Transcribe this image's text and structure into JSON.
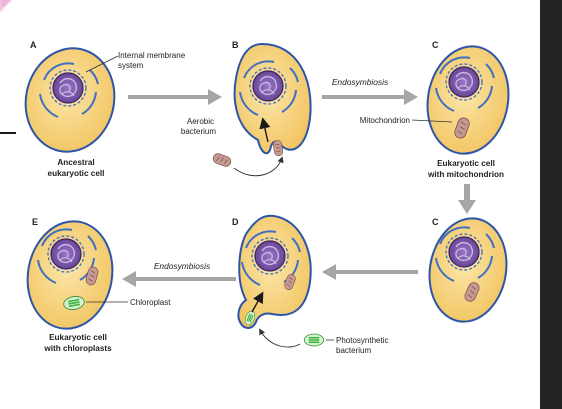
{
  "panels": {
    "A": {
      "letter": "A",
      "caption_line1": "Ancestral",
      "caption_line2": "eukaryotic cell"
    },
    "B": {
      "letter": "B"
    },
    "C_top": {
      "letter": "C",
      "caption_line1": "Eukaryotic cell",
      "caption_line2": "with mitochondrion"
    },
    "C_bottom": {
      "letter": "C"
    },
    "D": {
      "letter": "D"
    },
    "E": {
      "letter": "E",
      "caption_line1": "Eukaryotic cell",
      "caption_line2": "with chloroplasts"
    }
  },
  "labels": {
    "internal_membrane_1": "Internal membrane",
    "internal_membrane_2": "system",
    "aerobic_1": "Aerobic",
    "aerobic_2": "bacterium",
    "mitochondrion": "Mitochondrion",
    "chloroplast": "Chloroplast",
    "photosynthetic_1": "Photosynthetic",
    "photosynthetic_2": "bacterium"
  },
  "arrows": {
    "endosymbiosis_top": "Endosymbiosis",
    "endosymbiosis_bottom": "Endosymbiosis"
  },
  "colors": {
    "cell_fill": "#f6d27e",
    "cell_stroke": "#2c55a8",
    "nucleus_fill": "#7c57a7",
    "membrane": "#3f6fc2",
    "mitochondrion": "#b88a82",
    "chloroplast": "#3db43d",
    "arrow": "#a6a6a6",
    "right_panel": "#232323"
  }
}
